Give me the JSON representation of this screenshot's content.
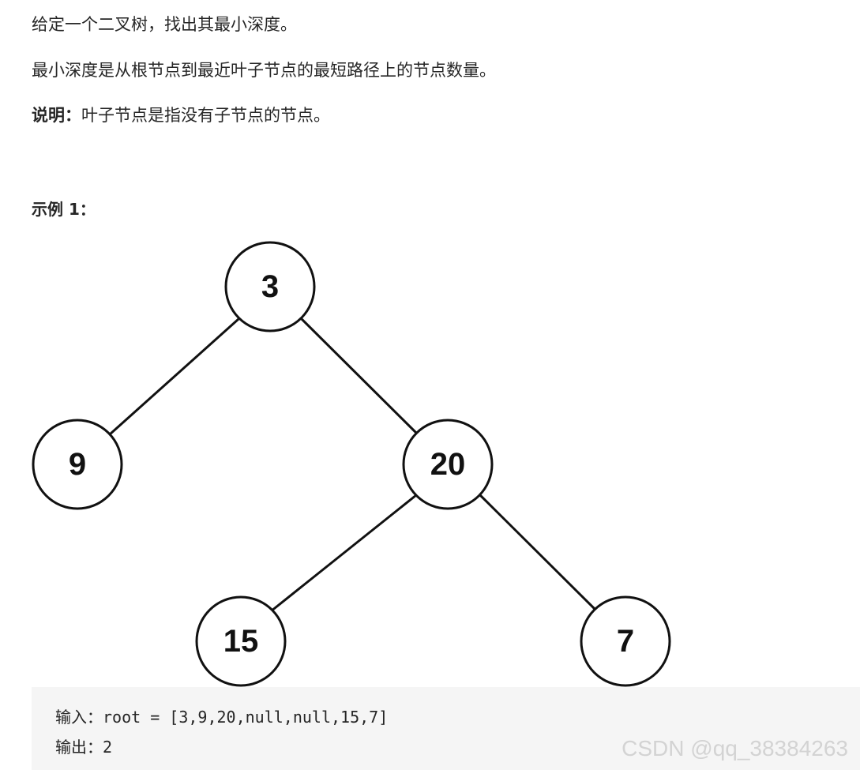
{
  "problem": {
    "statement": "给定一个二叉树，找出其最小深度。",
    "definition": "最小深度是从根节点到最近叶子节点的最短路径上的节点数量。",
    "note_label": "说明：",
    "note_text": "叶子节点是指没有子节点的节点。"
  },
  "example": {
    "title": "示例 1：",
    "tree": {
      "nodes": [
        "3",
        "9",
        "20",
        "15",
        "7"
      ]
    },
    "code": {
      "input_line": "输入：root = [3,9,20,null,null,15,7]",
      "output_line": "输出：2"
    }
  },
  "watermark": "CSDN @qq_38384263"
}
